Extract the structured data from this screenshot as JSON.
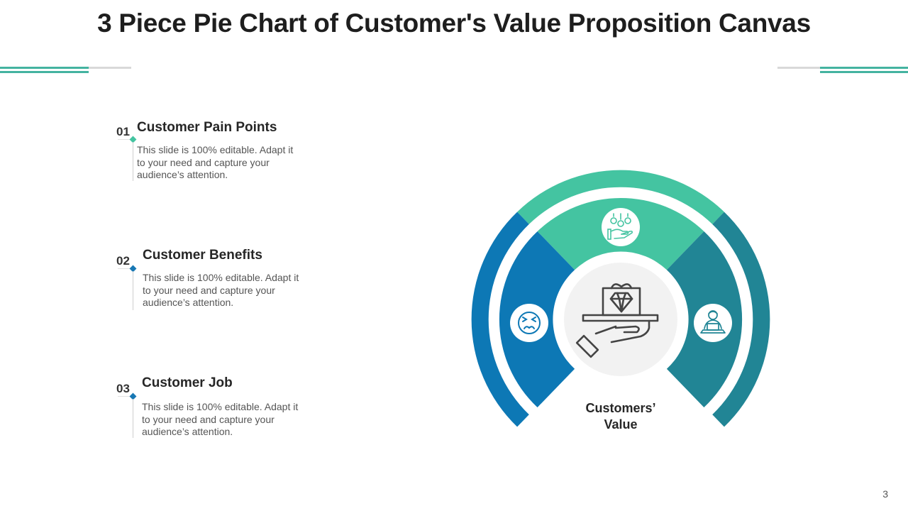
{
  "title": "3 Piece Pie Chart of Customer's Value Proposition Canvas",
  "items": [
    {
      "number": "01",
      "heading": "Customer Pain Points",
      "description": "This slide is 100% editable. Adapt it to your need and capture your audience’s attention.",
      "color": "#44c4a1"
    },
    {
      "number": "02",
      "heading": "Customer Benefits",
      "description": "This slide is 100% editable. Adapt it to your need and capture your audience’s attention.",
      "color": "#1878b4"
    },
    {
      "number": "03",
      "heading": "Customer Job",
      "description": "This slide is 100% editable. Adapt it to your need and capture your audience’s attention.",
      "color": "#1878b4"
    }
  ],
  "diagram": {
    "center_label": "Customers’ Value",
    "segments": [
      {
        "position": "top",
        "color": "#44c4a1",
        "icon": "money-hand-icon"
      },
      {
        "position": "left",
        "color": "#0d78b5",
        "icon": "frown-face-icon"
      },
      {
        "position": "right",
        "color": "#218595",
        "icon": "person-laptop-icon"
      }
    ],
    "center_icon": "diamond-gift-hand-icon",
    "center_color": "#f2f2f2"
  },
  "colors": {
    "accent_teal": "#44b3a0",
    "accent_grey": "#d9d9d9",
    "icon_stroke": "#444444"
  },
  "page_number": "3"
}
